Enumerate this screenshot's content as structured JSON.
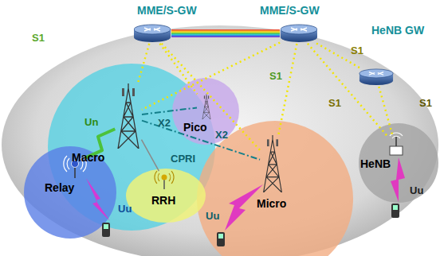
{
  "diagram": {
    "nodes": [
      {
        "text": [
          "MME/S-GW"
        ]
      },
      {
        "text": [
          "MME/S-GW"
        ]
      },
      {
        "text": [
          "HeNB GW"
        ]
      },
      {
        "text": [
          "Macro"
        ]
      },
      {
        "text": [
          "Pico"
        ]
      },
      {
        "text": [
          "Relay"
        ]
      },
      {
        "text": [
          "RRH"
        ]
      },
      {
        "text": [
          "Micro"
        ]
      },
      {
        "text": [
          "HeNB"
        ]
      }
    ],
    "edges": [
      {
        "from": 0,
        "to": 1,
        "arrow": "none"
      },
      {
        "from": 0,
        "to": 3,
        "arrow": "none"
      },
      {
        "from": 1,
        "to": 3,
        "arrow": "none"
      },
      {
        "from": 0,
        "to": 4,
        "arrow": "none"
      },
      {
        "from": 0,
        "to": 7,
        "arrow": "none"
      },
      {
        "from": 1,
        "to": 7,
        "arrow": "none"
      },
      {
        "from": 1,
        "to": 2,
        "arrow": "none"
      },
      {
        "from": 2,
        "to": 8,
        "arrow": "none"
      },
      {
        "from": 1,
        "to": 8,
        "arrow": "none"
      },
      {
        "from": 3,
        "to": 4,
        "arrow": "none"
      },
      {
        "from": 3,
        "to": 7,
        "arrow": "none"
      },
      {
        "from": 3,
        "to": 6,
        "arrow": "none"
      },
      {
        "from": 3,
        "to": 5,
        "arrow": "none"
      }
    ],
    "labels": [
      "S1",
      "S1",
      "S1",
      "S1",
      "S1",
      "Un",
      "X2",
      "X2",
      "CPRI",
      "Uu",
      "Uu",
      "Uu"
    ]
  }
}
